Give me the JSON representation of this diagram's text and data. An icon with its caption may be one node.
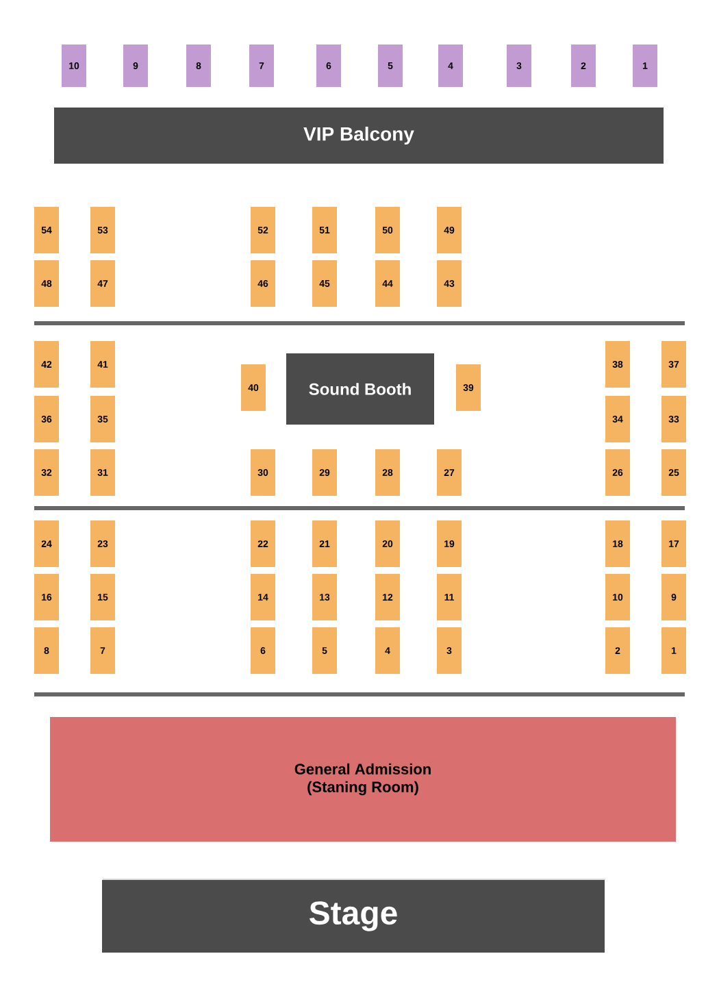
{
  "diagram": {
    "nodes": [
      {
        "text": [
          "10"
        ]
      },
      {
        "text": [
          "9"
        ]
      },
      {
        "text": [
          "8"
        ]
      },
      {
        "text": [
          "7"
        ]
      },
      {
        "text": [
          "6"
        ]
      },
      {
        "text": [
          "5"
        ]
      },
      {
        "text": [
          "4"
        ]
      },
      {
        "text": [
          "3"
        ]
      },
      {
        "text": [
          "2"
        ]
      },
      {
        "text": [
          "1"
        ]
      },
      {
        "text": [
          "VIP Balcony"
        ]
      },
      {
        "text": [
          "54"
        ]
      },
      {
        "text": [
          "53"
        ]
      },
      {
        "text": [
          "52"
        ]
      },
      {
        "text": [
          "51"
        ]
      },
      {
        "text": [
          "50"
        ]
      },
      {
        "text": [
          "49"
        ]
      },
      {
        "text": [
          "48"
        ]
      },
      {
        "text": [
          "47"
        ]
      },
      {
        "text": [
          "46"
        ]
      },
      {
        "text": [
          "45"
        ]
      },
      {
        "text": [
          "44"
        ]
      },
      {
        "text": [
          "43"
        ]
      },
      {
        "text": [
          "42"
        ]
      },
      {
        "text": [
          "41"
        ]
      },
      {
        "text": [
          "38"
        ]
      },
      {
        "text": [
          "37"
        ]
      },
      {
        "text": [
          "40"
        ]
      },
      {
        "text": [
          "Sound Booth"
        ]
      },
      {
        "text": [
          "39"
        ]
      },
      {
        "text": [
          "36"
        ]
      },
      {
        "text": [
          "35"
        ]
      },
      {
        "text": [
          "34"
        ]
      },
      {
        "text": [
          "33"
        ]
      },
      {
        "text": [
          "32"
        ]
      },
      {
        "text": [
          "31"
        ]
      },
      {
        "text": [
          "30"
        ]
      },
      {
        "text": [
          "29"
        ]
      },
      {
        "text": [
          "28"
        ]
      },
      {
        "text": [
          "27"
        ]
      },
      {
        "text": [
          "26"
        ]
      },
      {
        "text": [
          "25"
        ]
      },
      {
        "text": [
          "24"
        ]
      },
      {
        "text": [
          "23"
        ]
      },
      {
        "text": [
          "22"
        ]
      },
      {
        "text": [
          "21"
        ]
      },
      {
        "text": [
          "20"
        ]
      },
      {
        "text": [
          "19"
        ]
      },
      {
        "text": [
          "18"
        ]
      },
      {
        "text": [
          "17"
        ]
      },
      {
        "text": [
          "16"
        ]
      },
      {
        "text": [
          "15"
        ]
      },
      {
        "text": [
          "14"
        ]
      },
      {
        "text": [
          "13"
        ]
      },
      {
        "text": [
          "12"
        ]
      },
      {
        "text": [
          "11"
        ]
      },
      {
        "text": [
          "10"
        ]
      },
      {
        "text": [
          "9"
        ]
      },
      {
        "text": [
          "8"
        ]
      },
      {
        "text": [
          "7"
        ]
      },
      {
        "text": [
          "6"
        ]
      },
      {
        "text": [
          "5"
        ]
      },
      {
        "text": [
          "4"
        ]
      },
      {
        "text": [
          "3"
        ]
      },
      {
        "text": [
          "2"
        ]
      },
      {
        "text": [
          "1"
        ]
      },
      {
        "text": [
          "General Admission",
          "(Staning Room)"
        ]
      },
      {
        "text": [
          "Stage"
        ]
      }
    ]
  }
}
